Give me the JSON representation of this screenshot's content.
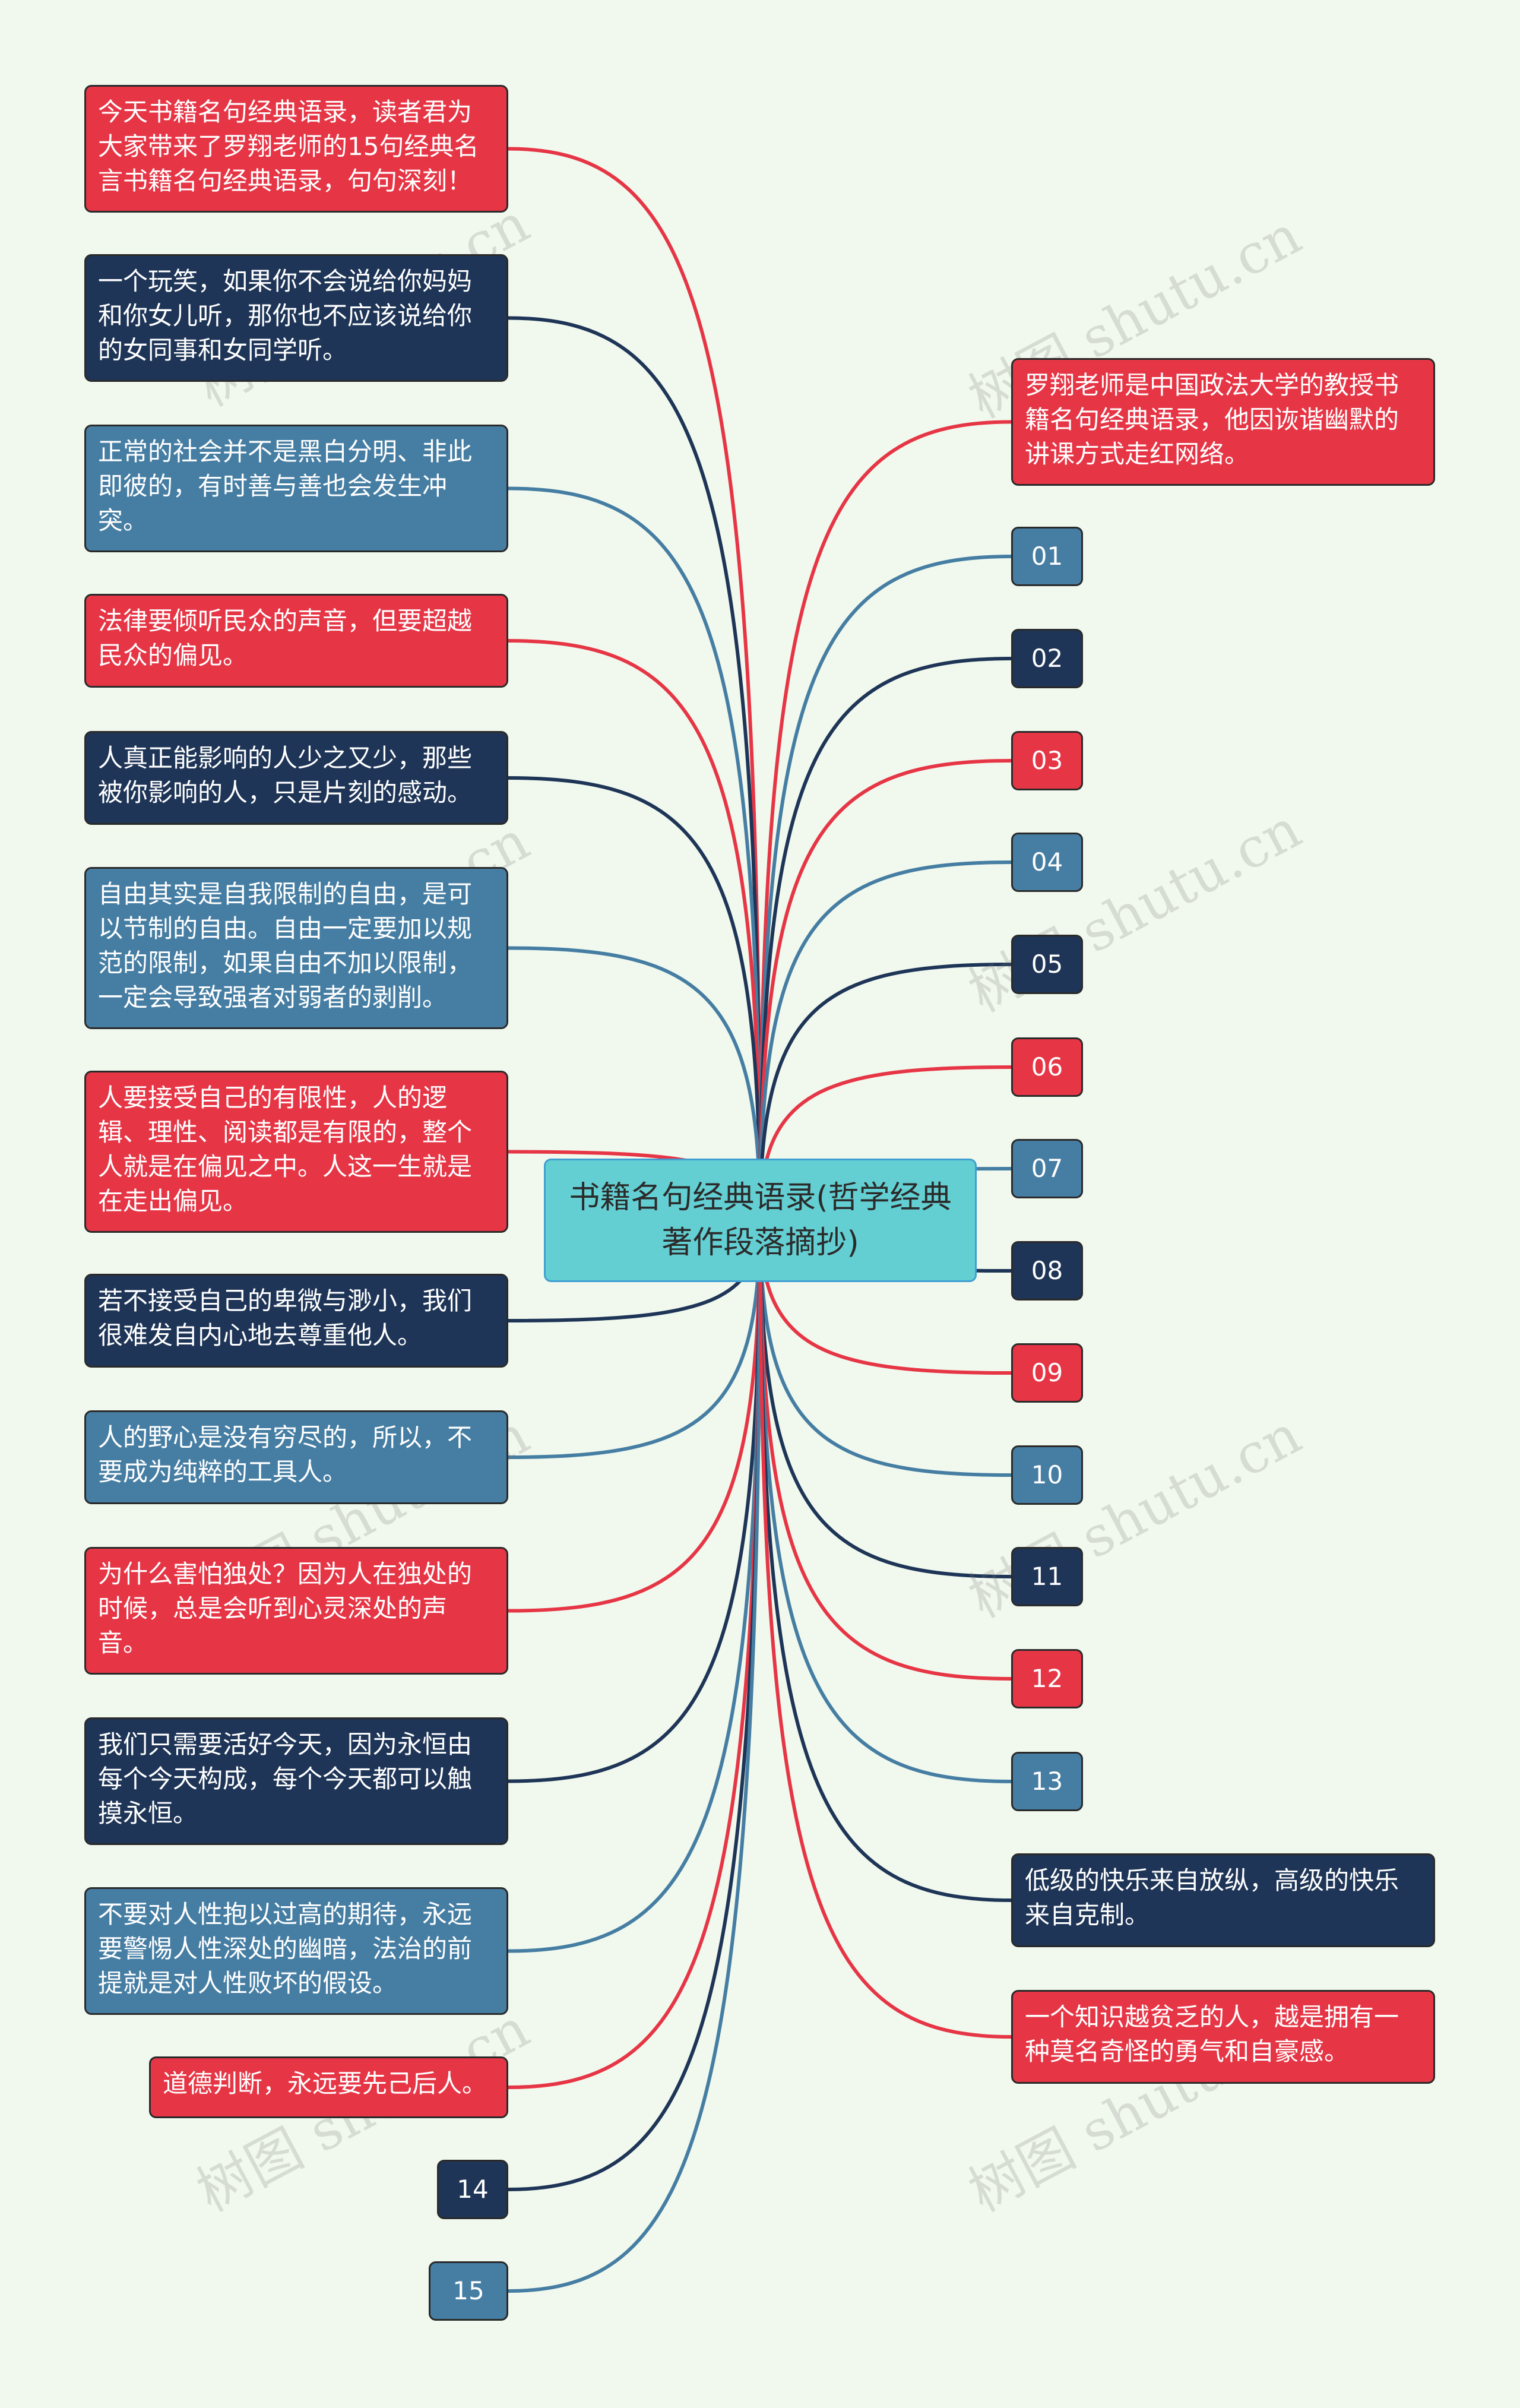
{
  "center": {
    "title": "书籍名句经典语录(哲学经典著作段落摘抄)"
  },
  "left_items": [
    {
      "text": "今天书籍名句经典语录，读者君为大家带来了罗翔老师的15句经典名言书籍名句经典语录，句句深刻！",
      "color": "red"
    },
    {
      "text": "一个玩笑，如果你不会说给你妈妈和你女儿听，那你也不应该说给你的女同事和女同学听。",
      "color": "navy"
    },
    {
      "text": "正常的社会并不是黑白分明、非此即彼的，有时善与善也会发生冲突。",
      "color": "steel"
    },
    {
      "text": "法律要倾听民众的声音，但要超越民众的偏见。",
      "color": "red"
    },
    {
      "text": "人真正能影响的人少之又少，那些被你影响的人，只是片刻的感动。",
      "color": "navy"
    },
    {
      "text": "自由其实是自我限制的自由，是可以节制的自由。自由一定要加以规范的限制，如果自由不加以限制，一定会导致强者对弱者的剥削。",
      "color": "steel"
    },
    {
      "text": "人要接受自己的有限性，人的逻辑、理性、阅读都是有限的，整个人就是在偏见之中。人这一生就是在走出偏见。",
      "color": "red"
    },
    {
      "text": "若不接受自己的卑微与渺小，我们很难发自内心地去尊重他人。",
      "color": "navy"
    },
    {
      "text": "人的野心是没有穷尽的，所以，不要成为纯粹的工具人。",
      "color": "steel"
    },
    {
      "text": "为什么害怕独处？因为人在独处的时候，总是会听到心灵深处的声音。",
      "color": "red"
    },
    {
      "text": "我们只需要活好今天，因为永恒由每个今天构成，每个今天都可以触摸永恒。",
      "color": "navy"
    },
    {
      "text": "不要对人性抱以过高的期待，永远要警惕人性深处的幽暗，法治的前提就是对人性败坏的假设。",
      "color": "steel"
    },
    {
      "text": "道德判断，永远要先己后人。",
      "color": "red"
    },
    {
      "text": "14",
      "color": "navy"
    },
    {
      "text": "15",
      "color": "steel"
    }
  ],
  "right_items": [
    {
      "text": "罗翔老师是中国政法大学的教授书籍名句经典语录，他因诙谐幽默的讲课方式走红网络。",
      "color": "red"
    },
    {
      "text": "01",
      "color": "steel"
    },
    {
      "text": "02",
      "color": "navy"
    },
    {
      "text": "03",
      "color": "red"
    },
    {
      "text": "04",
      "color": "steel"
    },
    {
      "text": "05",
      "color": "navy"
    },
    {
      "text": "06",
      "color": "red"
    },
    {
      "text": "07",
      "color": "steel"
    },
    {
      "text": "08",
      "color": "navy"
    },
    {
      "text": "09",
      "color": "red"
    },
    {
      "text": "10",
      "color": "steel"
    },
    {
      "text": "11",
      "color": "navy"
    },
    {
      "text": "12",
      "color": "red"
    },
    {
      "text": "13",
      "color": "steel"
    },
    {
      "text": "低级的快乐来自放纵，高级的快乐来自克制。",
      "color": "navy"
    },
    {
      "text": "一个知识越贫乏的人，越是拥有一种莫名奇怪的勇气和自豪感。",
      "color": "red"
    }
  ],
  "watermark": "树图 shutu.cn",
  "colors": {
    "red": "#e63646",
    "navy": "#1e3557",
    "steel": "#467ea3",
    "center": "#64cfd3",
    "background": "#f1f9ee"
  }
}
